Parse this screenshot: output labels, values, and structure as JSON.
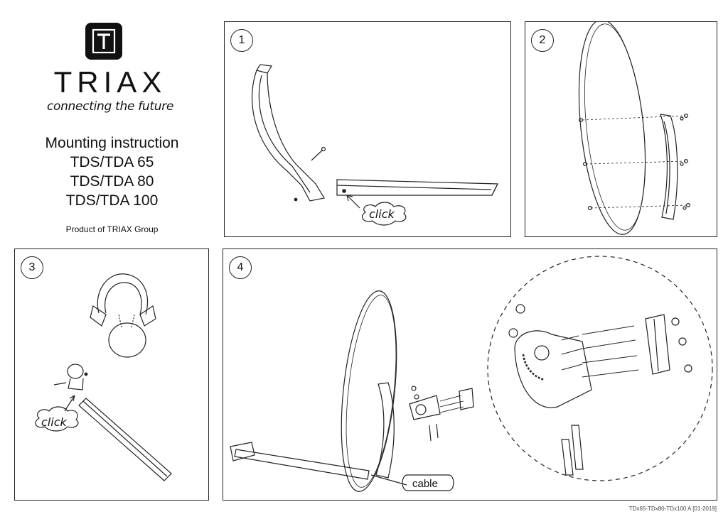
{
  "brand": {
    "logo_letter": "T",
    "name": "TRIAX",
    "tagline": "connecting the future"
  },
  "titles": [
    "Mounting instruction",
    "TDS/TDA 65",
    "TDS/TDA 80",
    "TDS/TDA 100"
  ],
  "product": "Product of TRIAX Group",
  "steps": [
    {
      "number": "1",
      "label": "click"
    },
    {
      "number": "2"
    },
    {
      "number": "3",
      "label": "click"
    },
    {
      "number": "4",
      "label": "cable"
    }
  ],
  "footer": "TDx65-TDx80-TDx100 A [01-2019]"
}
